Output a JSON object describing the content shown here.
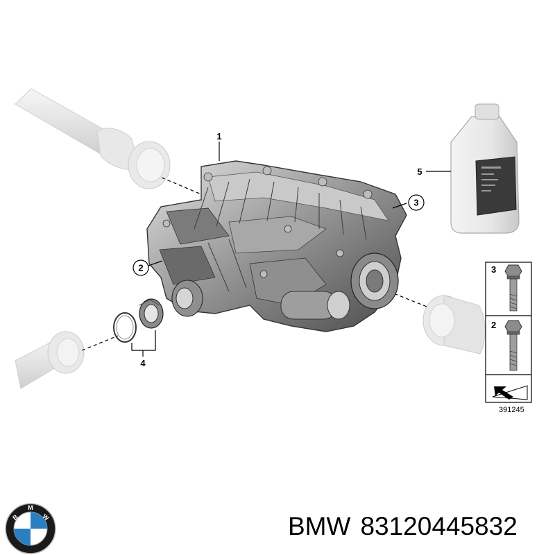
{
  "callouts": {
    "c1": "1",
    "c2": "2",
    "c3": "3",
    "c4": "4",
    "c5": "5"
  },
  "hardware_panel": {
    "item_top": "3",
    "item_bottom": "2"
  },
  "diagram_id": "391245",
  "caption": {
    "brand": "BMW",
    "part_number": "83120445832"
  },
  "logo": {
    "letters": [
      "B",
      "M",
      "W"
    ],
    "colors": {
      "blue": "#2b7fc1",
      "ring": "#1a1a1a"
    }
  },
  "colors": {
    "line": "#000000",
    "part_dark": "#5a5a5a",
    "part_mid": "#8c8c8c",
    "part_light": "#d9d9d9",
    "ghost": "#ececec"
  }
}
